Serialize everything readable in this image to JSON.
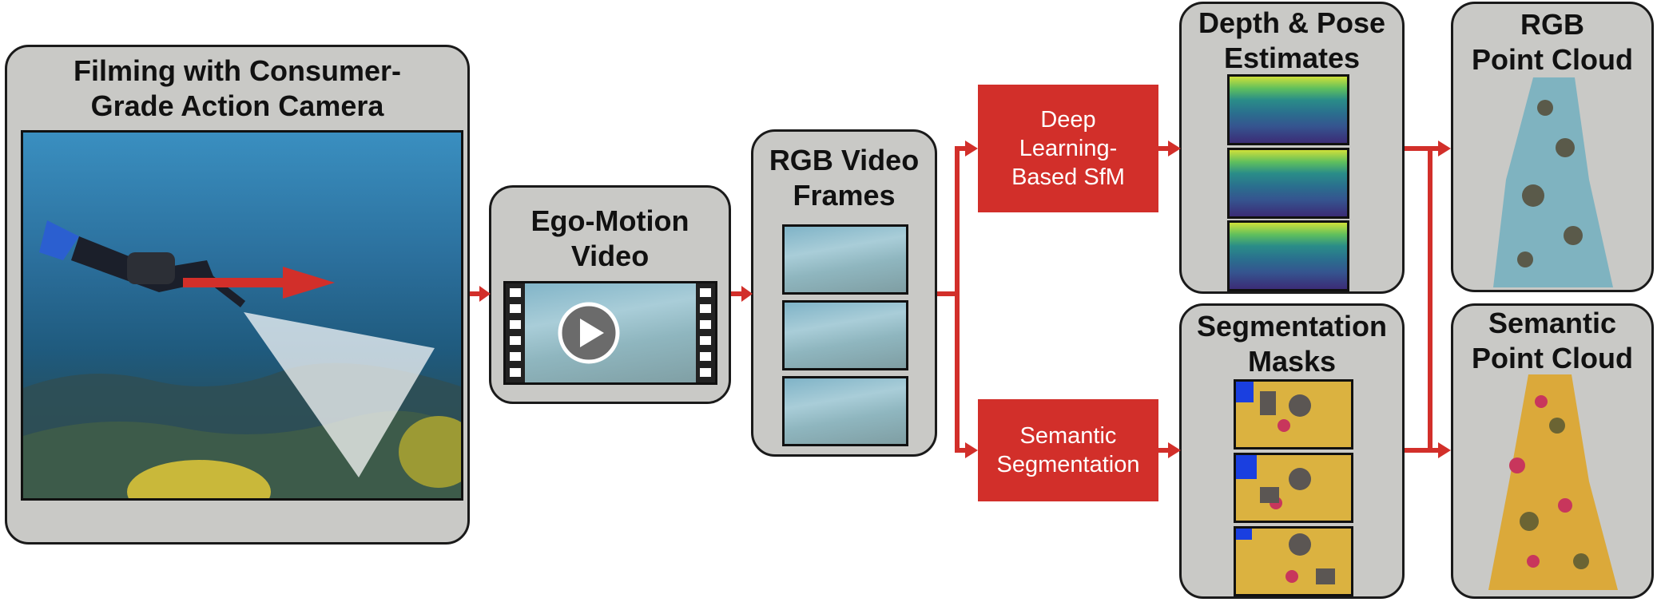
{
  "filming": {
    "line1": "Filming with Consumer-",
    "line2": "Grade Action Camera"
  },
  "ego": {
    "line1": "Ego-Motion",
    "line2": "Video"
  },
  "frames": {
    "line1": "RGB Video",
    "line2": "Frames"
  },
  "sfm": {
    "line1": "Deep",
    "line2": "Learning-",
    "line3": "Based SfM"
  },
  "semseg": {
    "line1": "Semantic",
    "line2": "Segmentation"
  },
  "depth": {
    "line1": "Depth & Pose",
    "line2": "Estimates"
  },
  "masks": {
    "line1": "Segmentation",
    "line2": "Masks"
  },
  "rgbcloud": {
    "line1": "RGB",
    "line2": "Point Cloud"
  },
  "semcloud": {
    "line1": "Semantic",
    "line2": "Point Cloud"
  },
  "colors": {
    "arrow": "#d22f2a",
    "panel": "#c9c9c6",
    "border": "#1a1a1a"
  }
}
